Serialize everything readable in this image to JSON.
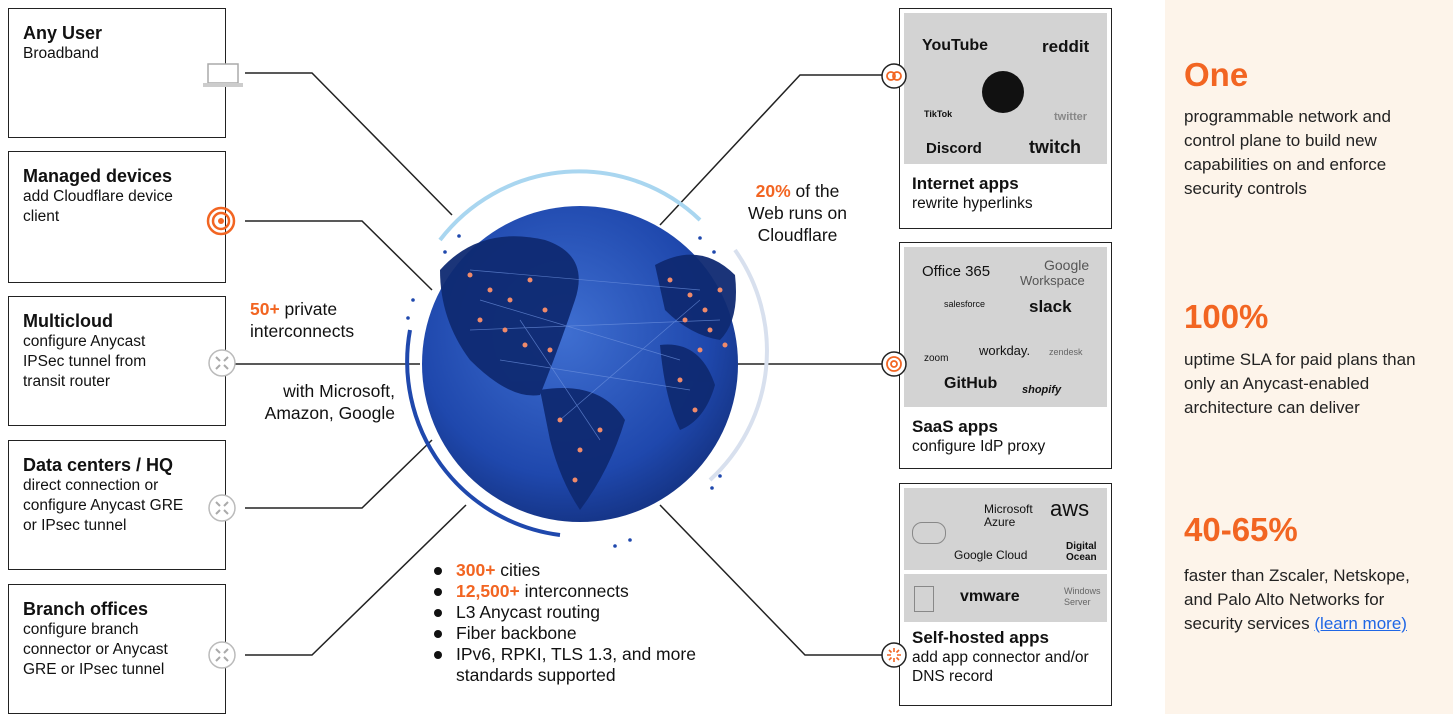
{
  "left_boxes": [
    {
      "title": "Any User",
      "desc": "Broadband",
      "icon": "laptop-icon"
    },
    {
      "title": "Managed devices",
      "desc": "add Cloudflare device client",
      "icon": "cloudflare-client-icon"
    },
    {
      "title": "Multicloud",
      "desc": "configure Anycast IPSec tunnel from transit router",
      "icon": "tunnel-icon"
    },
    {
      "title": "Data centers / HQ",
      "desc": "direct connection or configure Anycast GRE or IPsec tunnel",
      "icon": "tunnel-icon"
    },
    {
      "title": "Branch offices",
      "desc": "configure branch connector or Anycast GRE or IPsec tunnel",
      "icon": "tunnel-icon"
    }
  ],
  "interconnects": {
    "highlight": "50+",
    "line1": " private",
    "line2": "interconnects",
    "line3": "with Microsoft,",
    "line4": "Amazon, Google"
  },
  "web_share": {
    "highlight": "20%",
    "line1": " of the",
    "line2": "Web runs on",
    "line3": "Cloudflare"
  },
  "facts": [
    {
      "highlight": "300+",
      "text": " cities"
    },
    {
      "highlight": "12,500+",
      "text": " interconnects"
    },
    {
      "highlight": "",
      "text": "L3 Anycast routing"
    },
    {
      "highlight": "",
      "text": "Fiber backbone"
    },
    {
      "highlight": "",
      "text": "IPv6, RPKI, TLS 1.3, and more standards supported"
    }
  ],
  "right_boxes": {
    "internet": {
      "title": "Internet apps",
      "desc": "rewrite hyperlinks",
      "logos": [
        "YouTube",
        "reddit",
        "TikTok",
        "twitter",
        "Discord",
        "twitch"
      ]
    },
    "saas": {
      "title": "SaaS apps",
      "desc": "configure IdP proxy",
      "logos": [
        "Office 365",
        "Google",
        "Workspace",
        "salesforce",
        "slack",
        "zoom",
        "workday.",
        "zendesk",
        "GitHub",
        "shopify"
      ]
    },
    "selfhosted": {
      "title": "Self-hosted apps",
      "desc": "add app connector and/or DNS record",
      "logos": [
        "Microsoft",
        "Azure",
        "aws",
        "Google Cloud",
        "Digital",
        "Ocean",
        "vmware",
        "Windows",
        "Server"
      ]
    }
  },
  "stats": [
    {
      "value": "One",
      "desc": "programmable network and control plane to build new capabilities on and enforce security controls"
    },
    {
      "value": "100%",
      "desc": "uptime SLA for paid plans than only an Anycast-enabled architecture can deliver"
    },
    {
      "value": "40-65%",
      "desc": "faster than Zscaler, Netskope, and Palo Alto Networks for security services ",
      "link": "(learn more)"
    }
  ],
  "colors": {
    "accent": "#f26522",
    "globe": "#1a3f9e",
    "land": "#0f2a72",
    "logo_bg": "#d3d3d3",
    "stat_bg": "#fdf4ea",
    "link": "#1f66e5"
  }
}
